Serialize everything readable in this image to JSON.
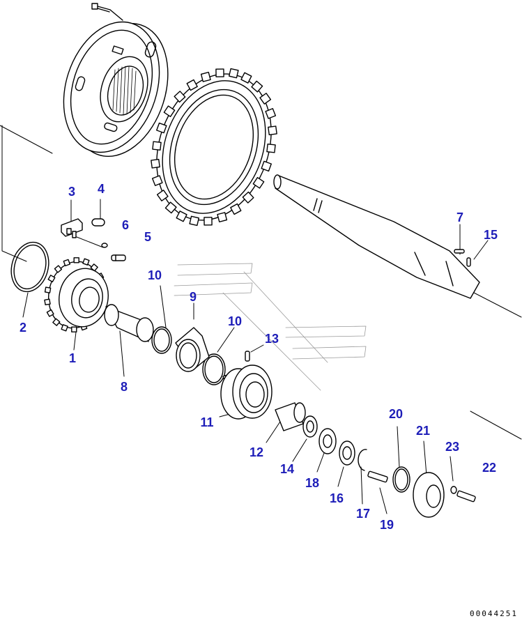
{
  "callouts": [
    {
      "id": "p1",
      "label": "1"
    },
    {
      "id": "p2",
      "label": "2"
    },
    {
      "id": "p3",
      "label": "3"
    },
    {
      "id": "p4",
      "label": "4"
    },
    {
      "id": "p5",
      "label": "5"
    },
    {
      "id": "p6",
      "label": "6"
    },
    {
      "id": "p7",
      "label": "7"
    },
    {
      "id": "p8",
      "label": "8"
    },
    {
      "id": "p9",
      "label": "9"
    },
    {
      "id": "p10a",
      "label": "10"
    },
    {
      "id": "p10b",
      "label": "10"
    },
    {
      "id": "p11",
      "label": "11"
    },
    {
      "id": "p12",
      "label": "12"
    },
    {
      "id": "p13",
      "label": "13"
    },
    {
      "id": "p14",
      "label": "14"
    },
    {
      "id": "p15",
      "label": "15"
    },
    {
      "id": "p16",
      "label": "16"
    },
    {
      "id": "p17",
      "label": "17"
    },
    {
      "id": "p18",
      "label": "18"
    },
    {
      "id": "p19",
      "label": "19"
    },
    {
      "id": "p20",
      "label": "20"
    },
    {
      "id": "p21",
      "label": "21"
    },
    {
      "id": "p22",
      "label": "22"
    },
    {
      "id": "p23",
      "label": "23"
    }
  ],
  "drawing_number": "00044251",
  "colors": {
    "callout": "#1d1db8",
    "line": "#000000",
    "background": "#ffffff"
  }
}
